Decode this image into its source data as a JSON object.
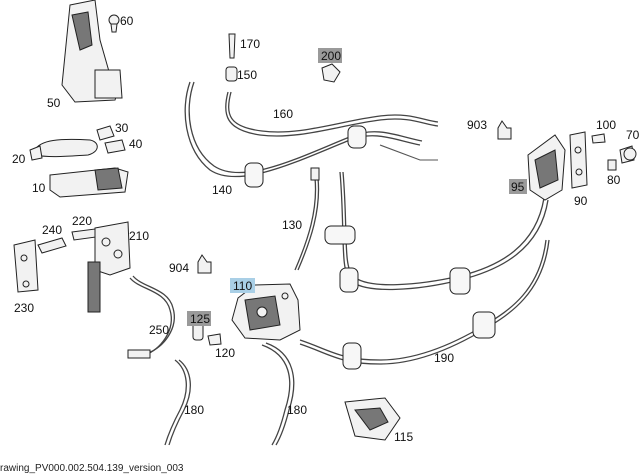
{
  "caption": "rawing_PV000.002.504.139_version_003",
  "labels": {
    "p10": "10",
    "p20": "20",
    "p30": "30",
    "p40": "40",
    "p50": "50",
    "p60": "60",
    "p70": "70",
    "p80": "80",
    "p90": "90",
    "p95": "95",
    "p100": "100",
    "p110": "110",
    "p115": "115",
    "p120": "120",
    "p125": "125",
    "p130": "130",
    "p140": "140",
    "p150": "150",
    "p160": "160",
    "p170": "170",
    "p180a": "180",
    "p180b": "180",
    "p190": "190",
    "p200": "200",
    "p210": "210",
    "p220": "220",
    "p230": "230",
    "p240": "240",
    "p250": "250",
    "p903": "903",
    "p904": "904"
  },
  "colors": {
    "highlight": "#a9cfe6",
    "grey_badge": "#9a9a9a",
    "line": "#222222"
  }
}
